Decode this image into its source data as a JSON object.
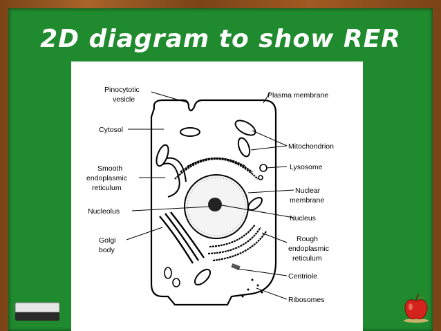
{
  "slide": {
    "title": "2D diagram to show RER",
    "background_color": "#1f8a2e",
    "frame_color": "#8b4d1c"
  },
  "diagram": {
    "labels_left": {
      "pinocytotic_1": "Pinocytotic",
      "pinocytotic_2": "vesicle",
      "cytosol": "Cytosol",
      "ser_1": "Smooth",
      "ser_2": "endoplasmic",
      "ser_3": "reticulum",
      "nucleolus": "Nucleolus",
      "golgi_1": "Golgi",
      "golgi_2": "body"
    },
    "labels_right": {
      "plasma_membrane": "Plasma membrane",
      "mitochondrion": "Mitochondrion",
      "lysosome": "Lysosome",
      "nuclear_membrane_1": "Nuclear",
      "nuclear_membrane_2": "membrane",
      "nucleus": "Nucleus",
      "rer_1": "Rough",
      "rer_2": "endoplasmic",
      "rer_3": "reticulum",
      "centriole": "Centriole",
      "ribosomes": "Ribosomes"
    }
  },
  "decorations": {
    "eraser_icon": "chalkboard-eraser-icon",
    "apple_icon": "apple-icon"
  }
}
